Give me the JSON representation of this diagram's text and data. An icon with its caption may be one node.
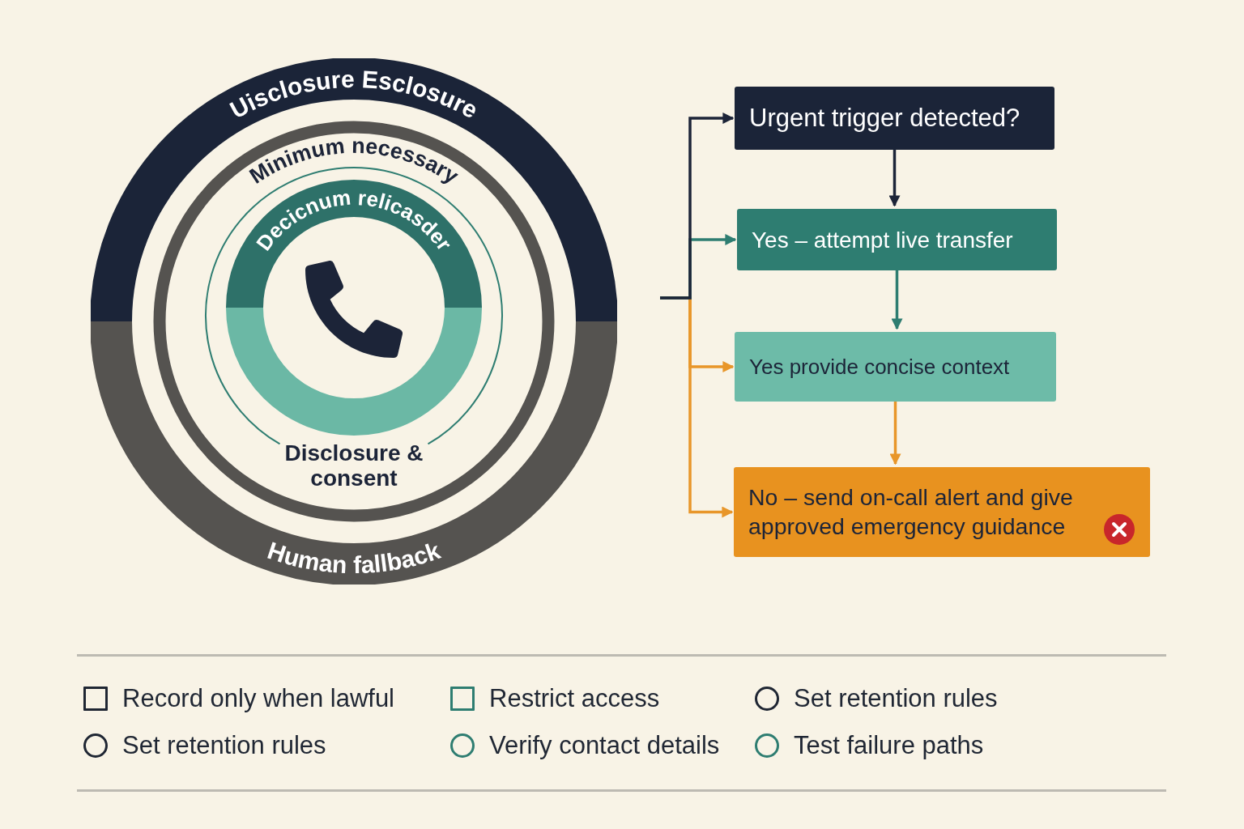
{
  "diagram": {
    "nodes": [
      {
        "text": [
          "Uisclosure Esclosure",
          "Human fallback"
        ]
      },
      {
        "text": [
          "Minimum necessary"
        ],
        "in": 0
      },
      {
        "text": [
          "Disclosure & consent"
        ],
        "in": 1
      },
      {
        "text": [
          "Decicnum relicasder"
        ],
        "in": 2
      },
      {
        "text": [
          "Urgent trigger detected?"
        ]
      },
      {
        "text": [
          "Yes – attempt live transfer"
        ]
      },
      {
        "text": [
          "Yes provide concise context"
        ]
      },
      {
        "text": [
          "No – send on-call alert and give approved emergency guidance"
        ]
      }
    ],
    "edges": [
      {
        "from": null,
        "to": 4,
        "arrow": "to",
        "color": "#1c2438"
      },
      {
        "from": null,
        "to": 5,
        "arrow": "to",
        "color": "#2e7d71"
      },
      {
        "from": null,
        "to": 6,
        "arrow": "to",
        "color": "#e8962a"
      },
      {
        "from": null,
        "to": 7,
        "arrow": "to",
        "color": "#e8962a"
      },
      {
        "from": 4,
        "to": 5,
        "arrow": "to",
        "color": "#1c2438"
      },
      {
        "from": 5,
        "to": 6,
        "arrow": "to",
        "color": "#2e7d71"
      },
      {
        "from": 6,
        "to": 7,
        "arrow": "to",
        "color": "#e8962a"
      }
    ],
    "labels": [
      "Record only when lawful",
      "Restrict access",
      "Set retention rules",
      "Set retention rules",
      "Verify contact details",
      "Test failure paths"
    ]
  }
}
